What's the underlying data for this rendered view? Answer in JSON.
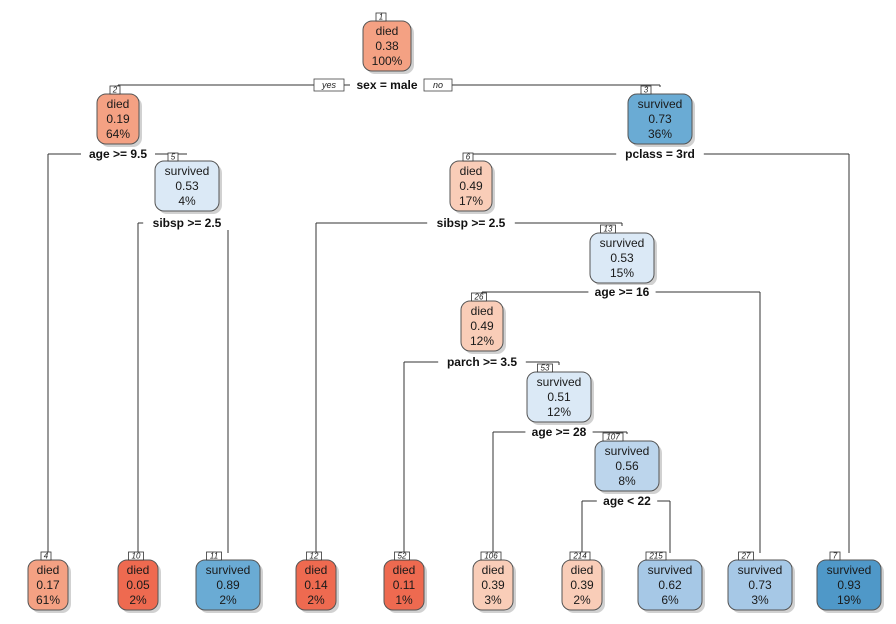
{
  "tree": {
    "yes_label": "yes",
    "no_label": "no",
    "colors": {
      "died_dark": "#ee6a50",
      "died_mid": "#f4a183",
      "died_light": "#f9cdb8",
      "surv_light": "#dbe9f6",
      "surv_mid": "#bcd5ec",
      "surv_mid2": "#a6c8e6",
      "surv_dark": "#6aabd4",
      "surv_darker": "#4f98c8"
    },
    "nodes": [
      {
        "id": "1",
        "class": "died",
        "prob": "0.38",
        "pct": "100%",
        "color": "died_mid"
      },
      {
        "id": "2",
        "class": "died",
        "prob": "0.19",
        "pct": "64%",
        "color": "died_mid"
      },
      {
        "id": "3",
        "class": "survived",
        "prob": "0.73",
        "pct": "36%",
        "color": "surv_dark"
      },
      {
        "id": "5",
        "class": "survived",
        "prob": "0.53",
        "pct": "4%",
        "color": "surv_light"
      },
      {
        "id": "6",
        "class": "died",
        "prob": "0.49",
        "pct": "17%",
        "color": "died_light"
      },
      {
        "id": "13",
        "class": "survived",
        "prob": "0.53",
        "pct": "15%",
        "color": "surv_light"
      },
      {
        "id": "26",
        "class": "died",
        "prob": "0.49",
        "pct": "12%",
        "color": "died_light"
      },
      {
        "id": "53",
        "class": "survived",
        "prob": "0.51",
        "pct": "12%",
        "color": "surv_light"
      },
      {
        "id": "107",
        "class": "survived",
        "prob": "0.56",
        "pct": "8%",
        "color": "surv_mid"
      },
      {
        "id": "4",
        "class": "died",
        "prob": "0.17",
        "pct": "61%",
        "color": "died_mid"
      },
      {
        "id": "10",
        "class": "died",
        "prob": "0.05",
        "pct": "2%",
        "color": "died_dark"
      },
      {
        "id": "11",
        "class": "survived",
        "prob": "0.89",
        "pct": "2%",
        "color": "surv_dark"
      },
      {
        "id": "12",
        "class": "died",
        "prob": "0.14",
        "pct": "2%",
        "color": "died_dark"
      },
      {
        "id": "52",
        "class": "died",
        "prob": "0.11",
        "pct": "1%",
        "color": "died_dark"
      },
      {
        "id": "106",
        "class": "died",
        "prob": "0.39",
        "pct": "3%",
        "color": "died_light"
      },
      {
        "id": "214",
        "class": "died",
        "prob": "0.39",
        "pct": "2%",
        "color": "died_light"
      },
      {
        "id": "215",
        "class": "survived",
        "prob": "0.62",
        "pct": "6%",
        "color": "surv_mid2"
      },
      {
        "id": "27",
        "class": "survived",
        "prob": "0.73",
        "pct": "3%",
        "color": "surv_mid2"
      },
      {
        "id": "7",
        "class": "survived",
        "prob": "0.93",
        "pct": "19%",
        "color": "surv_darker"
      }
    ],
    "splits": [
      {
        "parent": "1",
        "label": "sex = male"
      },
      {
        "parent": "2",
        "label": "age >= 9.5"
      },
      {
        "parent": "3",
        "label": "pclass = 3rd"
      },
      {
        "parent": "5",
        "label": "sibsp >= 2.5"
      },
      {
        "parent": "6",
        "label": "sibsp >= 2.5"
      },
      {
        "parent": "13",
        "label": "age >= 16"
      },
      {
        "parent": "26",
        "label": "parch >= 3.5"
      },
      {
        "parent": "53",
        "label": "age >= 28"
      },
      {
        "parent": "107",
        "label": "age < 22"
      }
    ]
  }
}
